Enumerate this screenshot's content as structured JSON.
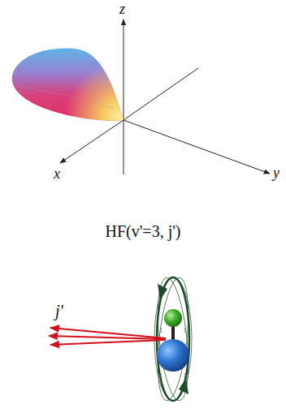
{
  "diagram": {
    "labels": [
      "z",
      "y",
      "x",
      "HF(v'=3, j')",
      "j'"
    ]
  }
}
